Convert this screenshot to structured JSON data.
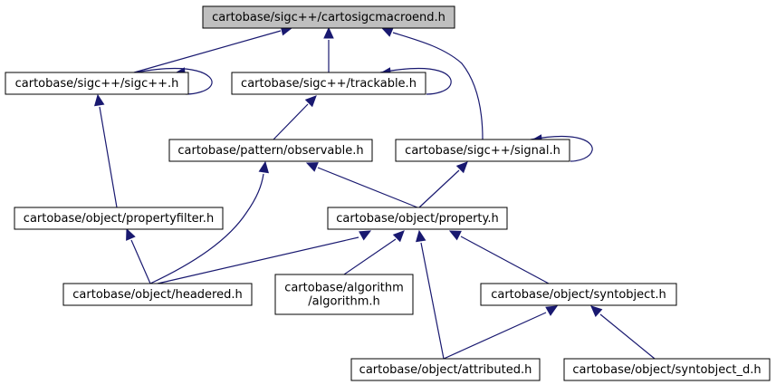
{
  "graph": {
    "colors": {
      "root_fill": "#bfbfbf",
      "node_fill": "#ffffff",
      "border": "#000000",
      "edge": "#191970"
    },
    "nodes": {
      "cartosigcmacroend": {
        "lines": [
          "cartobase/sigc++/cartosigcmacroend.h"
        ],
        "root": true
      },
      "sigcpp": {
        "lines": [
          "cartobase/sigc++/sigc++.h"
        ]
      },
      "trackable": {
        "lines": [
          "cartobase/sigc++/trackable.h"
        ]
      },
      "observable": {
        "lines": [
          "cartobase/pattern/observable.h"
        ]
      },
      "signal": {
        "lines": [
          "cartobase/sigc++/signal.h"
        ]
      },
      "propertyfilter": {
        "lines": [
          "cartobase/object/propertyfilter.h"
        ]
      },
      "property": {
        "lines": [
          "cartobase/object/property.h"
        ]
      },
      "headered": {
        "lines": [
          "cartobase/object/headered.h"
        ]
      },
      "algorithm": {
        "lines": [
          "cartobase/algorithm",
          "/algorithm.h"
        ]
      },
      "syntobject": {
        "lines": [
          "cartobase/object/syntobject.h"
        ]
      },
      "attributed": {
        "lines": [
          "cartobase/object/attributed.h"
        ]
      },
      "syntobject_d": {
        "lines": [
          "cartobase/object/syntobject_d.h"
        ]
      }
    },
    "edges": [
      {
        "from": "sigcpp",
        "to": "cartosigcmacroend"
      },
      {
        "from": "sigcpp",
        "to": "sigcpp"
      },
      {
        "from": "trackable",
        "to": "cartosigcmacroend"
      },
      {
        "from": "trackable",
        "to": "trackable"
      },
      {
        "from": "signal",
        "to": "cartosigcmacroend"
      },
      {
        "from": "signal",
        "to": "signal"
      },
      {
        "from": "propertyfilter",
        "to": "sigcpp"
      },
      {
        "from": "observable",
        "to": "trackable"
      },
      {
        "from": "property",
        "to": "observable"
      },
      {
        "from": "property",
        "to": "signal"
      },
      {
        "from": "headered",
        "to": "propertyfilter"
      },
      {
        "from": "headered",
        "to": "observable"
      },
      {
        "from": "headered",
        "to": "property"
      },
      {
        "from": "algorithm",
        "to": "property"
      },
      {
        "from": "syntobject",
        "to": "property"
      },
      {
        "from": "attributed",
        "to": "property"
      },
      {
        "from": "attributed",
        "to": "syntobject"
      },
      {
        "from": "syntobject_d",
        "to": "syntobject"
      }
    ]
  }
}
